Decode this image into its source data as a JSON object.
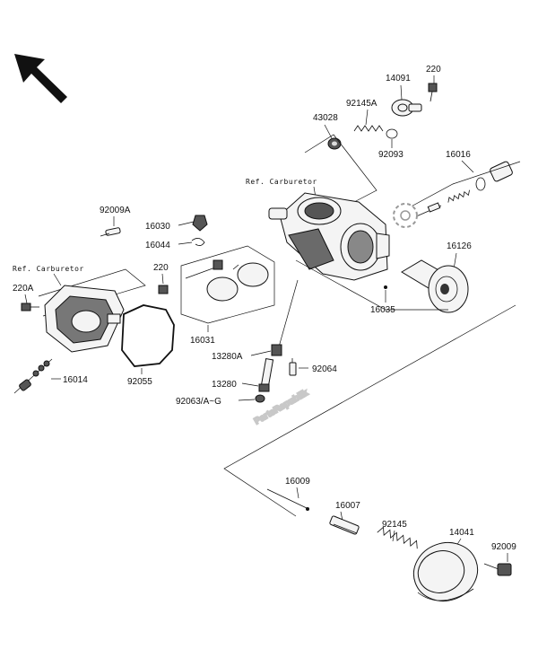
{
  "watermark": "PartsRepublik",
  "ref_labels": {
    "top": "Ref. Carburetor",
    "left": "Ref. Carburetor"
  },
  "labels": {
    "p220_top": "220",
    "p14091": "14091",
    "p92145A": "92145A",
    "p43028": "43028",
    "p92093": "92093",
    "p16016": "16016",
    "p92009A": "92009A",
    "p16030": "16030",
    "p16044": "16044",
    "p220_mid": "220",
    "p220A": "220A",
    "p16126": "16126",
    "p16035": "16035",
    "p16031": "16031",
    "p13280A": "13280A",
    "p92064": "92064",
    "p13280": "13280",
    "p92055": "92055",
    "p16014": "16014",
    "p92063": "92063/A~G",
    "p16009": "16009",
    "p16007": "16007",
    "p92145": "92145",
    "p14041": "14041",
    "p92009": "92009"
  },
  "icons": {
    "direction": "arrow-up-left-icon",
    "gear": "gear-icon"
  }
}
